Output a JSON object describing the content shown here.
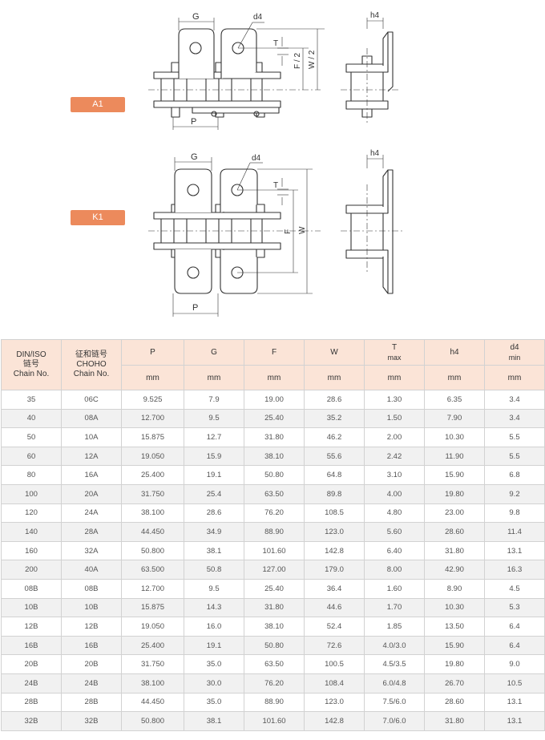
{
  "badges": {
    "a1": "A1",
    "k1": "K1"
  },
  "diagram_labels": {
    "a1": {
      "G": "G",
      "d4": "d4",
      "T": "T",
      "F": "F / 2",
      "W": "W / 2",
      "P": "P",
      "h4": "h4"
    },
    "k1": {
      "G": "G",
      "d4": "d4",
      "T": "T",
      "F": "F",
      "W": "W",
      "P": "P",
      "h4": "h4"
    }
  },
  "table": {
    "headers": {
      "din_line1": "DIN/ISO",
      "din_line2": "链号",
      "din_line3": "Chain No.",
      "choho_line1": "征和链号",
      "choho_line2": "CHOHO",
      "choho_line3": "Chain No.",
      "P": "P",
      "G": "G",
      "F": "F",
      "W": "W",
      "T": "T",
      "T_sub": "max",
      "h4": "h4",
      "d4": "d4",
      "d4_sub": "min",
      "unit": "mm"
    },
    "rows": [
      [
        "35",
        "06C",
        "9.525",
        "7.9",
        "19.00",
        "28.6",
        "1.30",
        "6.35",
        "3.4"
      ],
      [
        "40",
        "08A",
        "12.700",
        "9.5",
        "25.40",
        "35.2",
        "1.50",
        "7.90",
        "3.4"
      ],
      [
        "50",
        "10A",
        "15.875",
        "12.7",
        "31.80",
        "46.2",
        "2.00",
        "10.30",
        "5.5"
      ],
      [
        "60",
        "12A",
        "19.050",
        "15.9",
        "38.10",
        "55.6",
        "2.42",
        "11.90",
        "5.5"
      ],
      [
        "80",
        "16A",
        "25.400",
        "19.1",
        "50.80",
        "64.8",
        "3.10",
        "15.90",
        "6.8"
      ],
      [
        "100",
        "20A",
        "31.750",
        "25.4",
        "63.50",
        "89.8",
        "4.00",
        "19.80",
        "9.2"
      ],
      [
        "120",
        "24A",
        "38.100",
        "28.6",
        "76.20",
        "108.5",
        "4.80",
        "23.00",
        "9.8"
      ],
      [
        "140",
        "28A",
        "44.450",
        "34.9",
        "88.90",
        "123.0",
        "5.60",
        "28.60",
        "11.4"
      ],
      [
        "160",
        "32A",
        "50.800",
        "38.1",
        "101.60",
        "142.8",
        "6.40",
        "31.80",
        "13.1"
      ],
      [
        "200",
        "40A",
        "63.500",
        "50.8",
        "127.00",
        "179.0",
        "8.00",
        "42.90",
        "16.3"
      ],
      [
        "08B",
        "08B",
        "12.700",
        "9.5",
        "25.40",
        "36.4",
        "1.60",
        "8.90",
        "4.5"
      ],
      [
        "10B",
        "10B",
        "15.875",
        "14.3",
        "31.80",
        "44.6",
        "1.70",
        "10.30",
        "5.3"
      ],
      [
        "12B",
        "12B",
        "19.050",
        "16.0",
        "38.10",
        "52.4",
        "1.85",
        "13.50",
        "6.4"
      ],
      [
        "16B",
        "16B",
        "25.400",
        "19.1",
        "50.80",
        "72.6",
        "4.0/3.0",
        "15.90",
        "6.4"
      ],
      [
        "20B",
        "20B",
        "31.750",
        "35.0",
        "63.50",
        "100.5",
        "4.5/3.5",
        "19.80",
        "9.0"
      ],
      [
        "24B",
        "24B",
        "38.100",
        "30.0",
        "76.20",
        "108.4",
        "6.0/4.8",
        "26.70",
        "10.5"
      ],
      [
        "28B",
        "28B",
        "44.450",
        "35.0",
        "88.90",
        "123.0",
        "7.5/6.0",
        "28.60",
        "13.1"
      ],
      [
        "32B",
        "32B",
        "50.800",
        "38.1",
        "101.60",
        "142.8",
        "7.0/6.0",
        "31.80",
        "13.1"
      ]
    ]
  }
}
